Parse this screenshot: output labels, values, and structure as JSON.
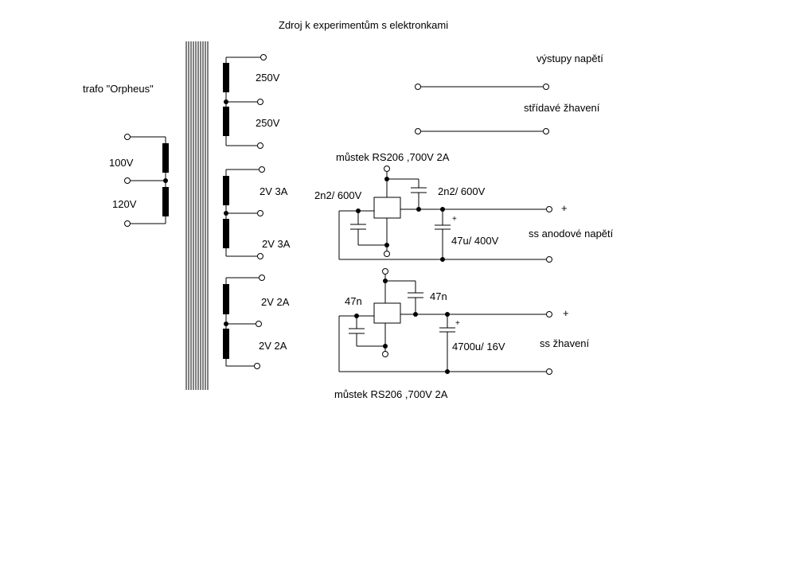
{
  "title": "Zdroj k experimentům s elektronkami",
  "transformer_label": "trafo \"Orpheus\"",
  "primary": {
    "tap1": "100V",
    "tap2": "120V"
  },
  "secondary": {
    "hv1": "250V",
    "hv2": "250V",
    "fil_a1": "2V 3A",
    "fil_a2": "2V 3A",
    "fil_b1": "2V 2A",
    "fil_b2": "2V 2A"
  },
  "outputs": {
    "heading": "výstupy napětí",
    "ac_heater": "střídavé žhavení",
    "anode_label": "ss anodové napětí",
    "heater_label": "ss žhavení",
    "plus": "+"
  },
  "anode_rectifier": {
    "bridge": "můstek RS206 ,700V 2A",
    "cap_left": "2n2/ 600V",
    "cap_right": "2n2/ 600V",
    "filter_cap": "47u/ 400V",
    "plus": "+"
  },
  "heater_rectifier": {
    "bridge": "můstek RS206 ,700V 2A",
    "cap_left": "47n",
    "cap_right": "47n",
    "filter_cap": "4700u/ 16V",
    "plus": "+"
  }
}
